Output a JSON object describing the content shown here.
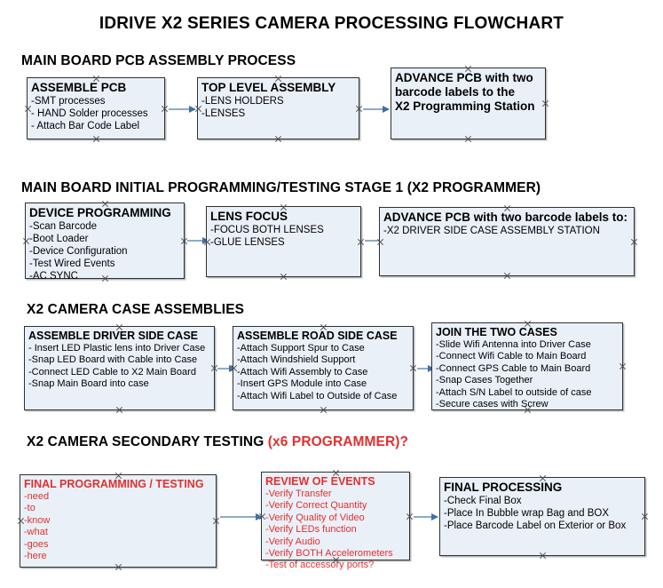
{
  "document": {
    "title": "IDRIVE X2  SERIES CAMERA PROCESSING FLOWCHART"
  },
  "theme": {
    "box_fill": "#eaf0f8",
    "box_border": "#2f2f2f",
    "connector": "#8faac6",
    "arrow_head": "#3f6fa8",
    "red_text": "#e03030",
    "text": "#000000",
    "background": "#ffffff"
  },
  "sections": [
    {
      "heading": "MAIN BOARD PCB ASSEMBLY PROCESS",
      "heading_suffix": "",
      "boxes": [
        {
          "header": "ASSEMBLE PCB",
          "lines": [
            "-SMT processes",
            "- HAND Solder processes",
            "- Attach Bar Code Label"
          ]
        },
        {
          "header": "TOP LEVEL ASSEMBLY",
          "lines": [
            "-LENS HOLDERS",
            "-LENSES"
          ]
        },
        {
          "header": "ADVANCE PCB with two",
          "lines": [
            "barcode labels to the",
            " X2 Programming Station"
          ]
        }
      ]
    },
    {
      "heading": "MAIN BOARD INITIAL PROGRAMMING/TESTING STAGE 1 (X2 PROGRAMMER)",
      "heading_suffix": "",
      "boxes": [
        {
          "header": "DEVICE PROGRAMMING",
          "lines": [
            "-Scan Barcode",
            "-Boot Loader",
            "-Device Configuration",
            "-Test Wired Events",
            "-AC SYNC"
          ]
        },
        {
          "header": "LENS FOCUS",
          "lines": [
            "-FOCUS BOTH LENSES",
            "-GLUE LENSES"
          ]
        },
        {
          "header": "ADVANCE PCB with two barcode labels to:",
          "lines": [
            "-X2 DRIVER  SIDE  CASE  ASSEMBLY STATION"
          ]
        }
      ]
    },
    {
      "heading": "X2 CAMERA CASE ASSEMBLIES",
      "heading_suffix": "",
      "boxes": [
        {
          "header": "ASSEMBLE DRIVER SIDE CASE",
          "lines": [
            "- Insert LED Plastic lens into Driver Case",
            "-Snap LED Board with Cable into Case",
            "-Connect LED Cable to X2 Main Board",
            "-Snap Main Board into case"
          ]
        },
        {
          "header": "ASSEMBLE ROAD SIDE CASE",
          "lines": [
            "-Attach Support Spur to Case",
            "-Attach Windshield Support",
            "-Attach Wifi Assembly to Case",
            "-Insert GPS Module into Case",
            "-Attach Wifi Label to Outside of Case"
          ]
        },
        {
          "header": "JOIN THE TWO CASES",
          "lines": [
            "-Slide Wifi Antenna into Driver Case",
            "-Connect Wifi Cable to Main Board",
            "-Connect GPS Cable to Main Board",
            "-Snap Cases Together",
            "-Attach S/N Label to outside of case",
            "-Secure cases with Screw"
          ]
        }
      ]
    },
    {
      "heading": "X2 CAMERA SECONDARY TESTING ",
      "heading_suffix": "(x6 PROGRAMMER)?",
      "boxes": [
        {
          "header": "FINAL PROGRAMMING / TESTING",
          "lines": [
            "-need",
            "-to",
            "-know",
            "-what",
            "-goes",
            "-here"
          ]
        },
        {
          "header": "REVIEW OF EVENTS",
          "lines": [
            "-Verify Transfer",
            "-Verify Correct Quantity",
            "-Verify Quality of Video",
            "-Verify LEDs function",
            "-Verify Audio",
            "-Verify BOTH Accelerometers",
            "-Test of accessory ports?"
          ]
        },
        {
          "header": "FINAL PROCESSING",
          "lines": [
            " -Check Final Box",
            "-Place In Bubble wrap Bag and BOX",
            "-Place Barcode Label on Exterior or Box"
          ]
        }
      ]
    }
  ]
}
